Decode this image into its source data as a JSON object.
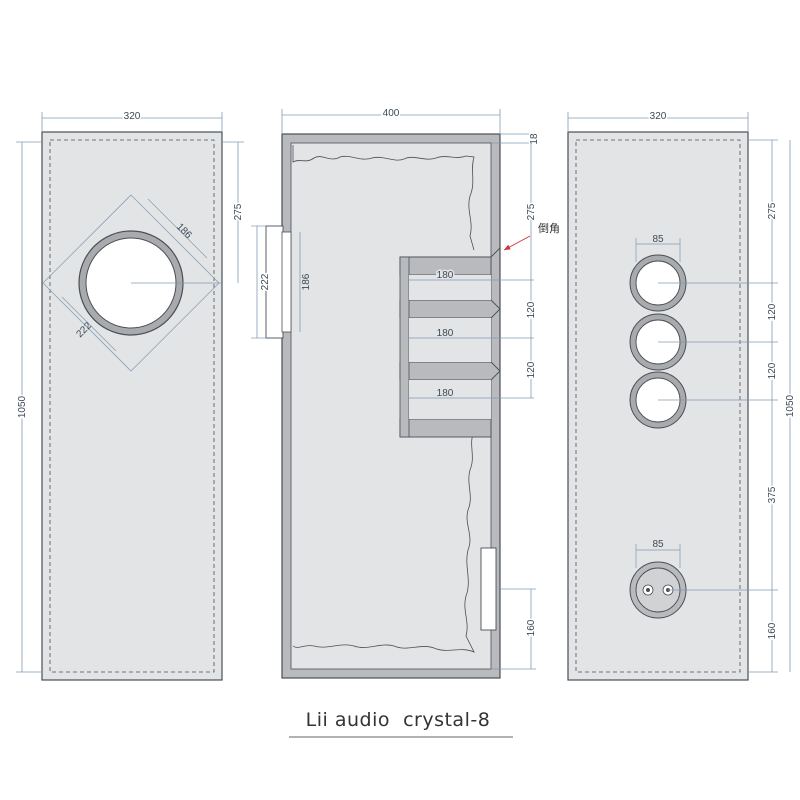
{
  "caption": "Lii audio  crystal-8",
  "annotation": "倒角",
  "colors": {
    "panel_fill": "#e3e4e6",
    "wall_fill": "#b8babd",
    "outline": "#4a4f55",
    "dim_line": "#7f9bb5",
    "annotation_arrow": "#d0303a"
  },
  "views": {
    "front": {
      "width_label": "320",
      "height_label": "1050",
      "driver_offset_label": "275",
      "driver_inner_label": "186",
      "driver_outer_label": "222"
    },
    "section": {
      "width_label": "400",
      "wall_label": "18",
      "driver_offset_label": "275",
      "outer_label": "222",
      "inner_label": "186",
      "spacing_1": "120",
      "spacing_2": "120",
      "port_label": "160",
      "baffle_1": "180",
      "baffle_2": "180",
      "baffle_3": "180"
    },
    "rear": {
      "width_label": "320",
      "height_label": "1050",
      "hole_diameter_top": "85",
      "hole_diameter_bottom": "85",
      "offset_275": "275",
      "spacing_1": "120",
      "spacing_2": "120",
      "offset_375": "375",
      "offset_160": "160"
    }
  }
}
